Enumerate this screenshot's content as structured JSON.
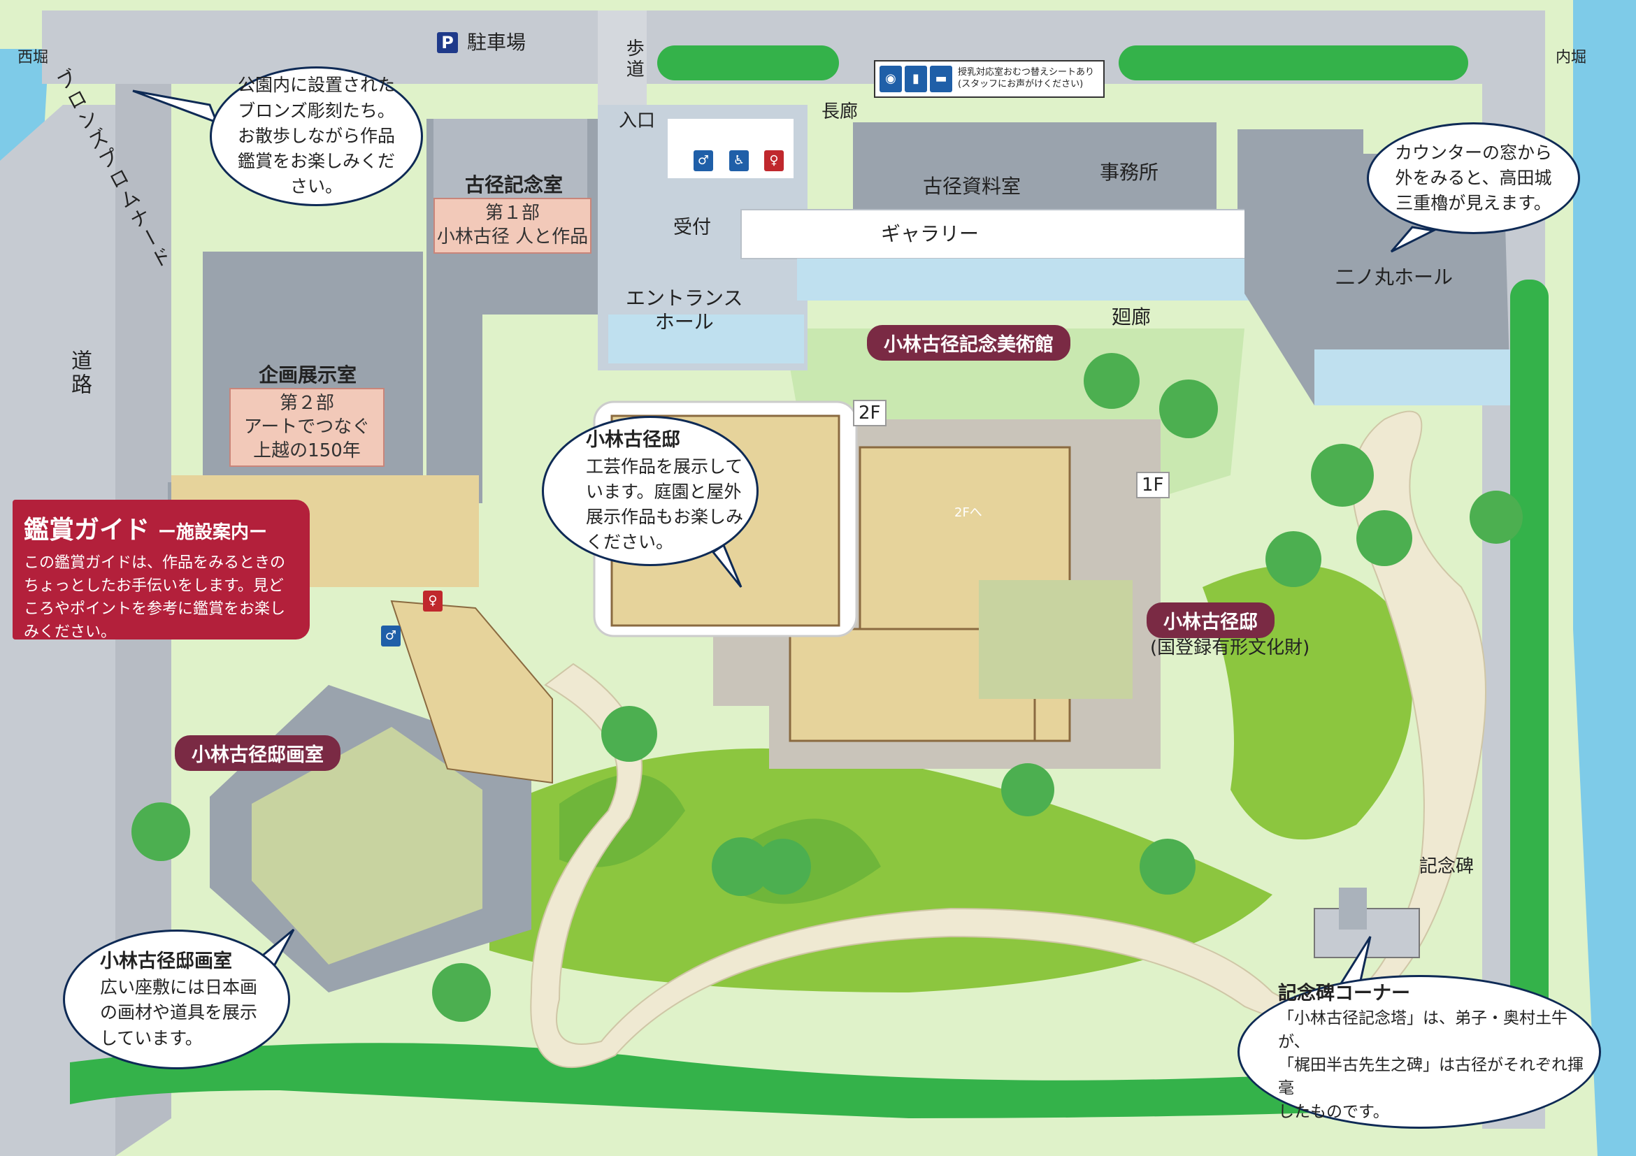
{
  "map": {
    "areas": {
      "west_moat": "西堀",
      "inner_moat": "内堀",
      "bronze_promenade": "ブロンズプロムナード",
      "road": "道路",
      "walkway": "歩道",
      "parking": "駐車場",
      "entrance": "入口",
      "long_corridor": "長廊",
      "koukei_archive": "古径資料室",
      "office": "事務所",
      "gallery": "ギャラリー",
      "reception": "受付",
      "entrance_hall": "エントランス\nホール",
      "corridor": "廻廊",
      "ninomaru_hall": "二ノ丸ホール",
      "memorial_stone": "記念碑",
      "to_2f": "2Fへ",
      "floor_2f": "2F",
      "floor_1f": "1F"
    },
    "rooms": {
      "koukei_memorial_room": {
        "name": "古径記念室",
        "part": "第１部",
        "exhibit": "小林古径 人と作品"
      },
      "special_exhibition_room": {
        "name": "企画展示室",
        "part": "第２部",
        "exhibit_line1": "アートでつなぐ",
        "exhibit_line2": "上越の150年"
      }
    },
    "tags": {
      "museum": "小林古径記念美術館",
      "residence": "小林古径邸",
      "residence_note": "(国登録有形文化財)",
      "studio": "小林古径邸画室"
    },
    "nursery_sign": {
      "line1": "授乳対応室おむつ替えシートあり",
      "line2": "(スタッフにお声がけください)"
    },
    "guide": {
      "title": "鑑賞ガイド",
      "subtitle": "ー施設案内ー",
      "body": "この鑑賞ガイドは、作品をみるときのちょっとしたお手伝いをします。見どころやポイントを参考に鑑賞をお楽しみください。"
    },
    "bubbles": {
      "bronze": {
        "line1": "公園内に設置された",
        "line2": "ブロンズ彫刻たち。",
        "line3": "お散歩しながら作品",
        "line4": "鑑賞をお楽しみくだ",
        "line5": "さい。"
      },
      "counter": {
        "line1": "カウンターの窓から",
        "line2": "外をみると、高田城",
        "line3": "三重櫓が見えます。"
      },
      "residence": {
        "title": "小林古径邸",
        "line1": "工芸作品を展示して",
        "line2": "います。庭園と屋外",
        "line3": "展示作品もお楽しみ",
        "line4": "ください。"
      },
      "studio": {
        "title": "小林古径邸画室",
        "line1": "広い座敷には日本画",
        "line2": "の画材や道具を展示",
        "line3": "しています。"
      },
      "memorial": {
        "title": "記念碑コーナー",
        "line1": "「小林古径記念塔」は、弟子・奥村土牛が、",
        "line2": "「梶田半古先生之碑」は古径がそれぞれ揮毫",
        "line3": "したものです。"
      }
    },
    "colors": {
      "grass": "#c9e8b0",
      "lawn": "#8cc63f",
      "hedge": "#34b24a",
      "water": "#7ecbe8",
      "road": "#c6cbd2",
      "building_gray": "#9aa3ad",
      "tag": "#7a2a44",
      "guide": "#b3203b",
      "bubble_border": "#0e2a55"
    }
  }
}
